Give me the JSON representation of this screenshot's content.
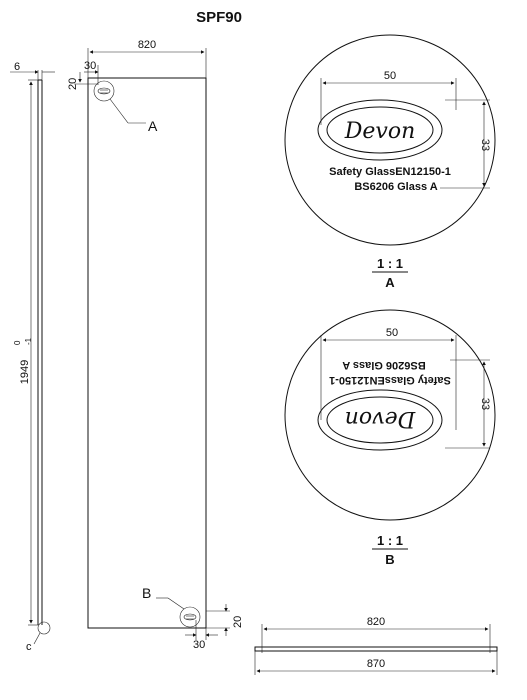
{
  "title": "SPF90",
  "dims": {
    "panel_width": "820",
    "glass_thickness": "6",
    "logo_offset_x": "30",
    "logo_offset_y": "20",
    "height_value": "1949",
    "height_tol_upper": "0",
    "height_tol_lower": "-1",
    "bottom_offset_x": "30",
    "bottom_offset_y": "20",
    "plan_glass_width": "820",
    "plan_overall_width": "870"
  },
  "markers": {
    "a": "A",
    "b": "B",
    "c": "c"
  },
  "detail_a": {
    "width": "50",
    "height": "33",
    "brand": "Devon",
    "line1": "Safety GlassEN12150-1",
    "line2": "BS6206 Glass A",
    "scale": "1 : 1",
    "label": "A"
  },
  "detail_b": {
    "width": "50",
    "height": "33",
    "brand": "Devon",
    "line1": "Safety GlassEN12150-1",
    "line2": "BS6206 Glass A",
    "scale": "1 : 1",
    "label": "B"
  }
}
